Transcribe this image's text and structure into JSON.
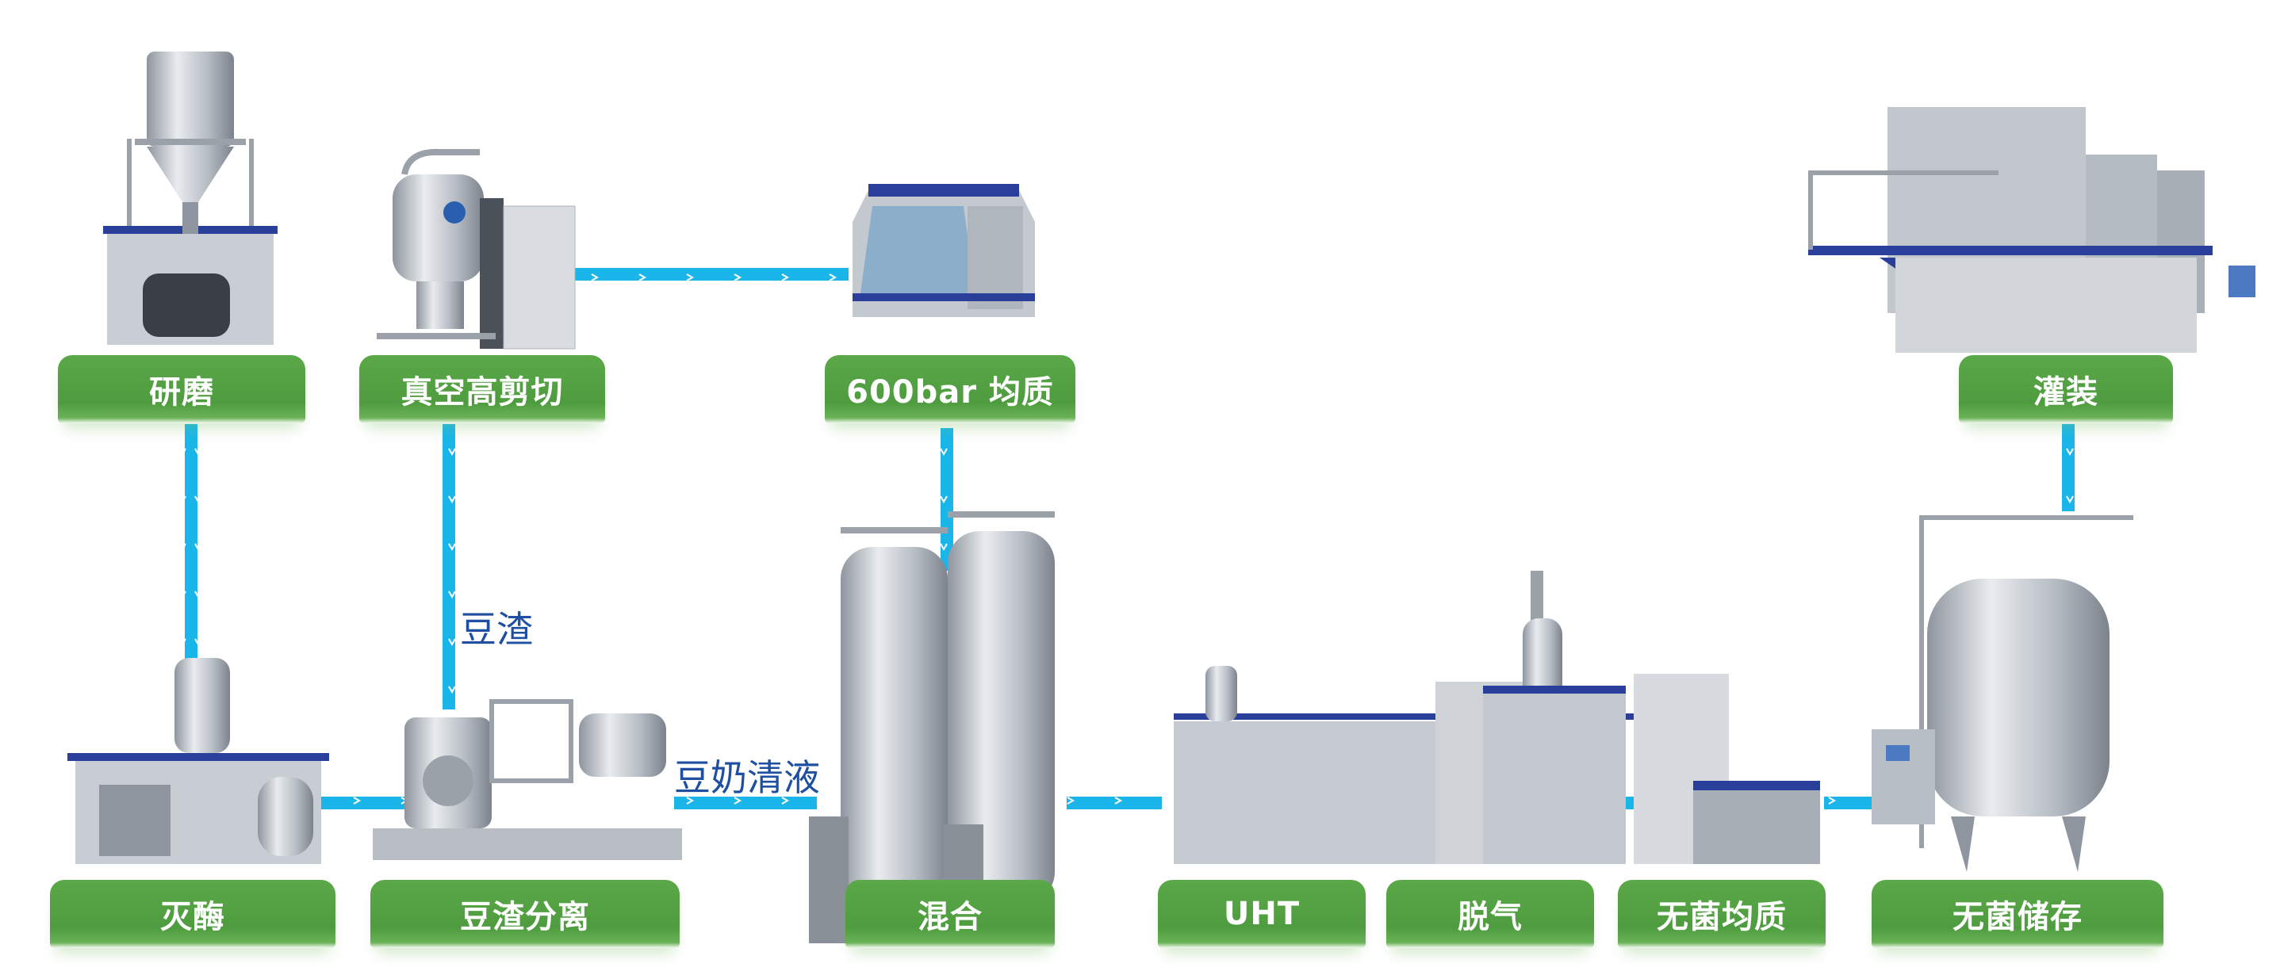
{
  "steps": {
    "grinding": "研磨",
    "vacuum_shear": "真空高剪切",
    "homogenize_600bar": "600bar 均质",
    "filling": "灌装",
    "enzyme_kill": "灭酶",
    "okara_separation": "豆渣分离",
    "mixing": "混合",
    "uht": "UHT",
    "deaeration": "脱气",
    "aseptic_homogenize": "无菌均质",
    "aseptic_storage": "无菌储存"
  },
  "notes": {
    "okara": "豆渣",
    "soy_milk_clear": "豆奶清液"
  },
  "colors": {
    "flow_line": "#1ab6ea",
    "label_green": "#4e9c3f",
    "label_text": "#ffffff",
    "note_text": "#1f4fa0",
    "frame_blue": "#2a3f9a",
    "steel": "#b8bec6"
  }
}
